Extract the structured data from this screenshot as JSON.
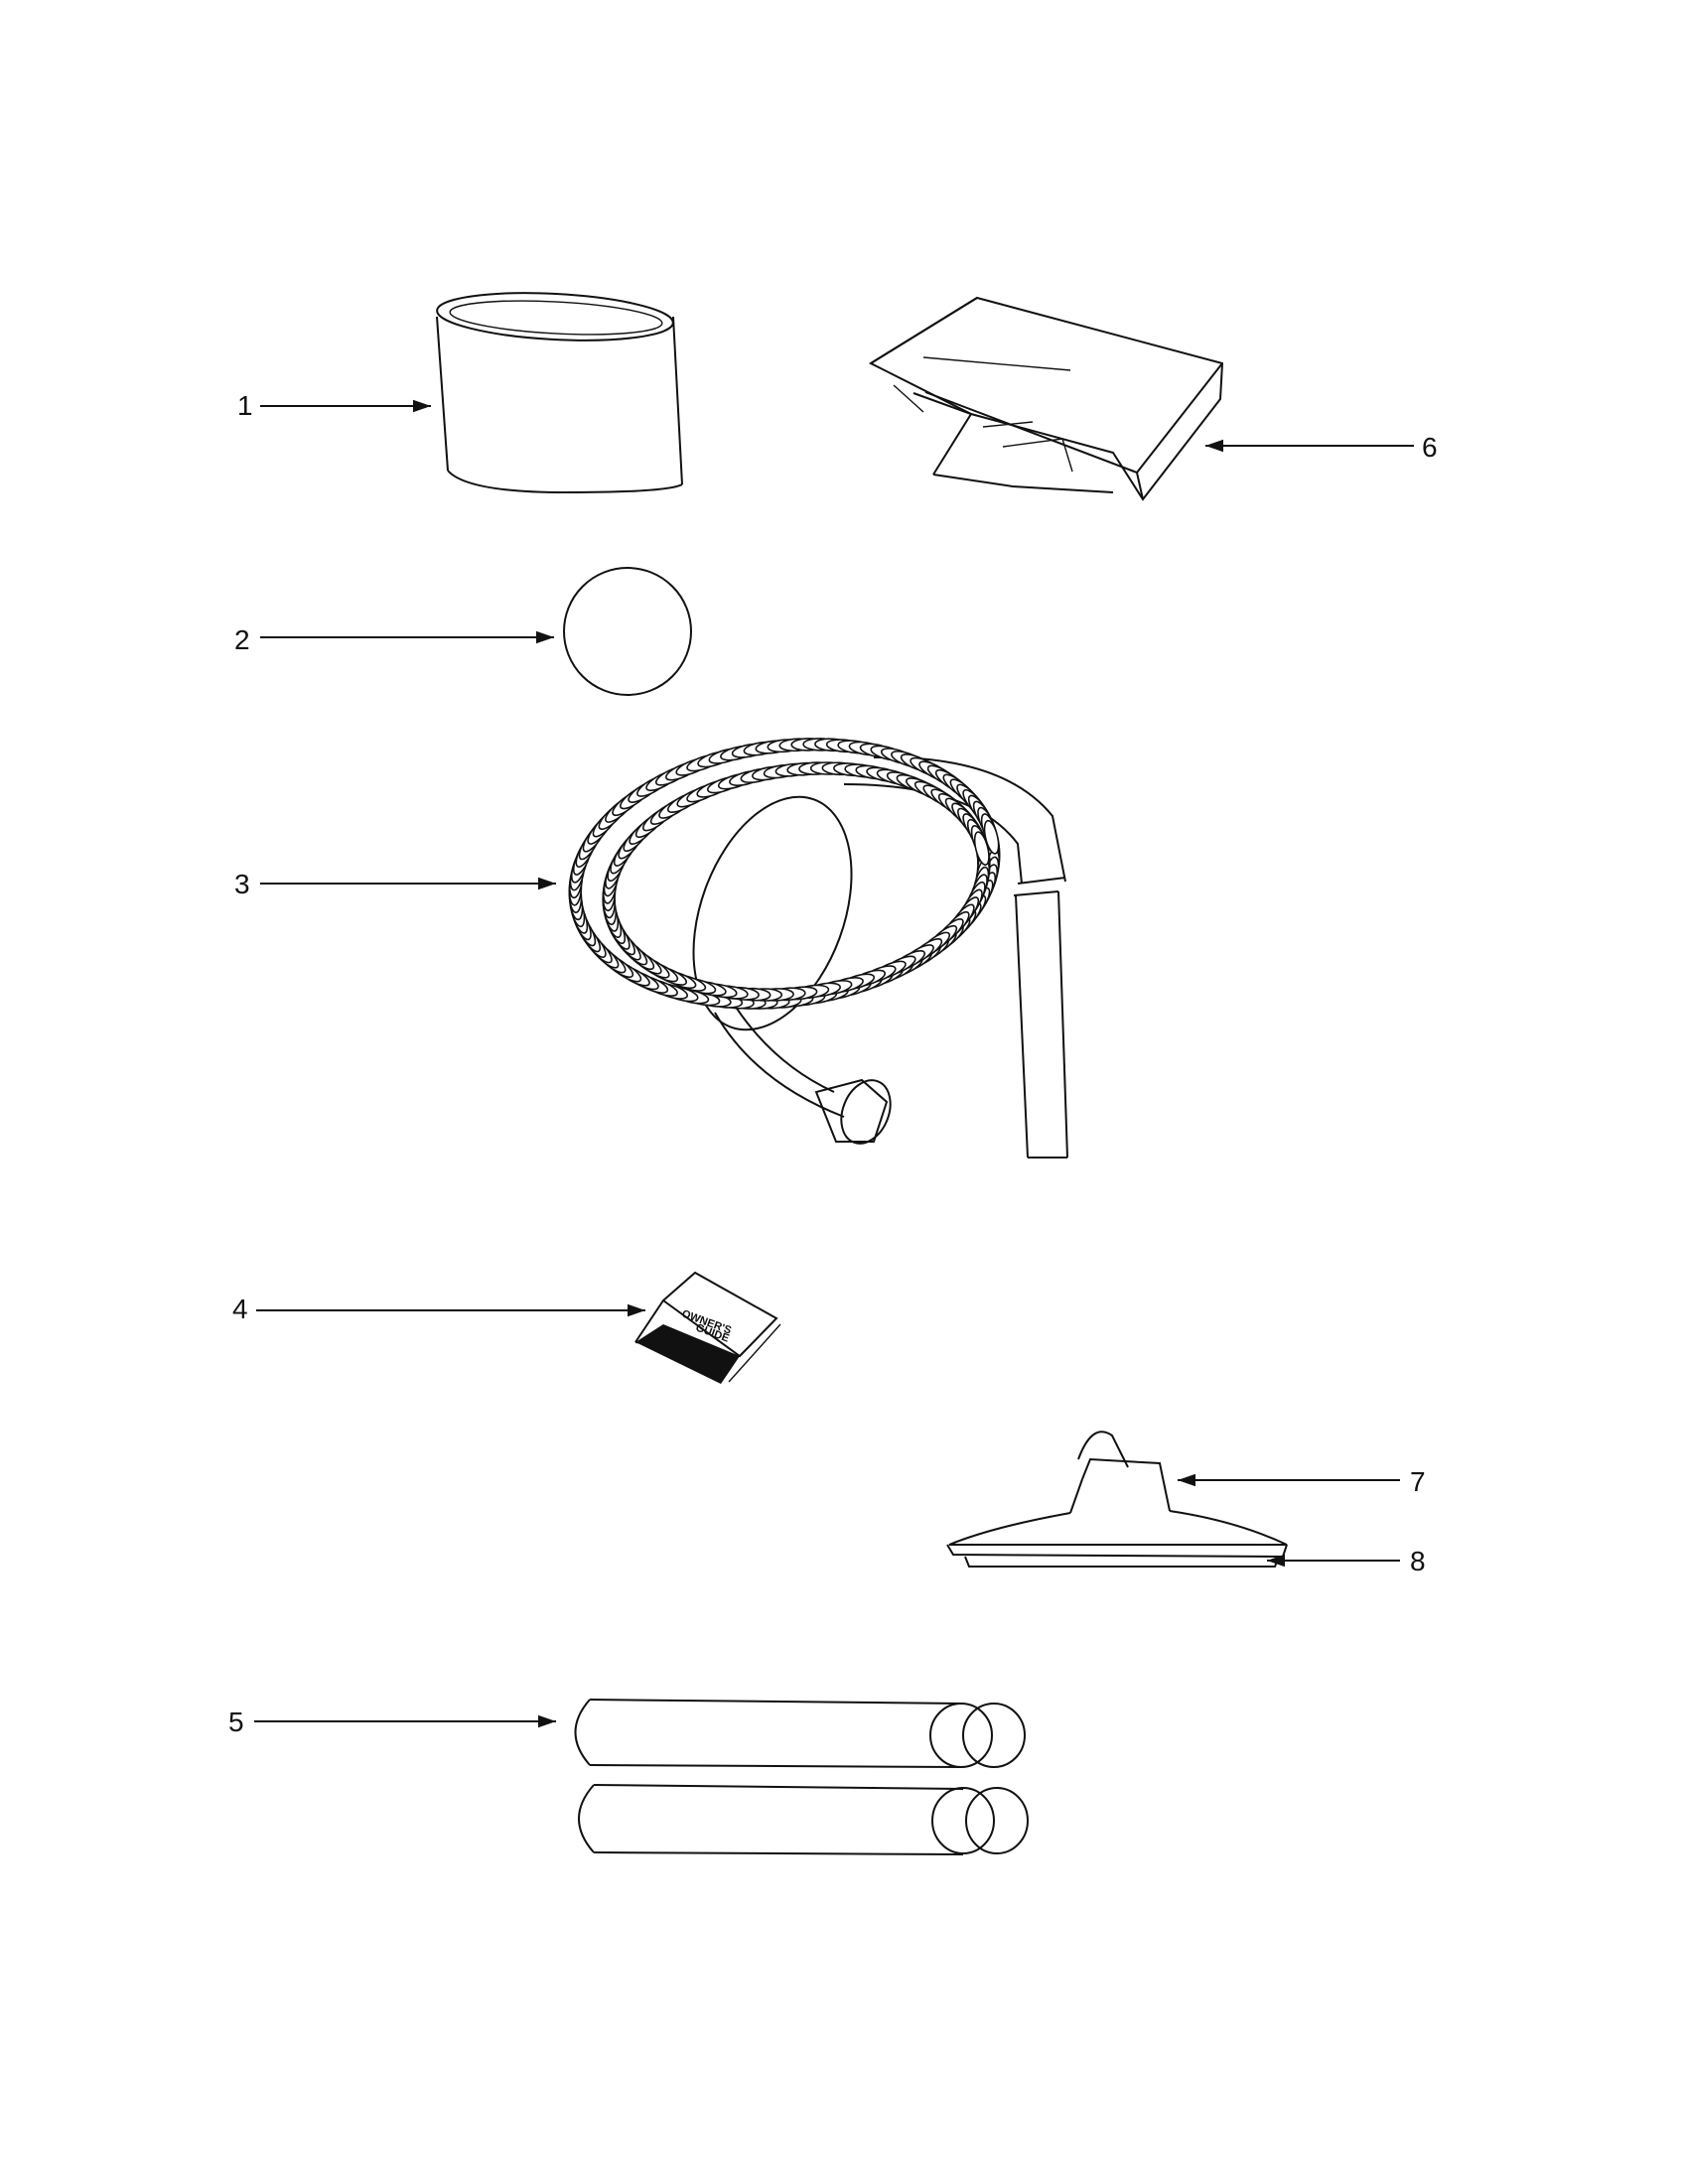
{
  "callouts": {
    "c1": "1",
    "c2": "2",
    "c3": "3",
    "c4": "4",
    "c5": "5",
    "c6": "6",
    "c7": "7",
    "c8": "8"
  },
  "guide": {
    "line1": "OWNER'S",
    "line2": "GUIDE"
  }
}
